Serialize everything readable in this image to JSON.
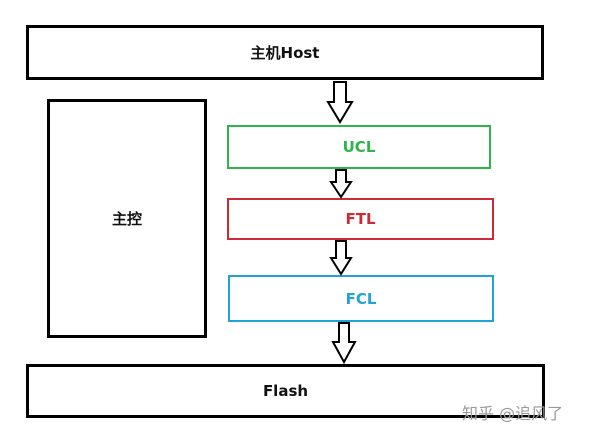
{
  "diagram": {
    "host_label": "主机Host",
    "controller_label": "主控",
    "layers": [
      {
        "label": "UCL",
        "color": "#2fb34a"
      },
      {
        "label": "FTL",
        "color": "#cc2a36"
      },
      {
        "label": "FCL",
        "color": "#22a3d6"
      }
    ],
    "flash_label": "Flash",
    "watermark": "知乎 @追风了"
  }
}
